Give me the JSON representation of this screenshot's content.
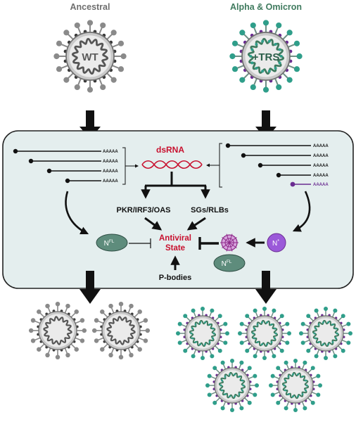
{
  "headers": {
    "left": "Ancestral",
    "right": "Alpha & Omicron"
  },
  "virions": {
    "wt_label": "WT",
    "trs_label": "+TRS"
  },
  "cell": {
    "dsrna": "dsRNA",
    "pkr": "PKR/IRF3/OAS",
    "sgs": "SGs/RLBs",
    "antiviral_line1": "Antiviral",
    "antiviral_line2": "State",
    "pbodies": "P-bodies",
    "nfl_base": "N",
    "nfl_sup": "FL",
    "nstar_base": "N",
    "nstar_sup": "*",
    "polya": "AAAAA"
  },
  "colors": {
    "ancestral_gray": "#6e6e6e",
    "omicron_green": "#3f7a5e",
    "spike_teal": "#2f9e8a",
    "accent_purple": "#6a2c91",
    "dsrna_red": "#c8102e",
    "cell_fill": "#e4eeee",
    "n_protein": "#5e8c7c",
    "nstar_fill": "#9b59d9"
  }
}
